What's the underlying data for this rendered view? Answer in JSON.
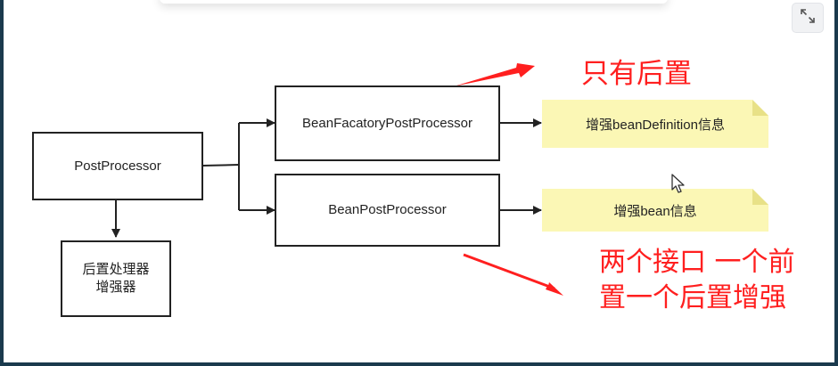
{
  "diagram": {
    "nodes": {
      "post_processor": "PostProcessor",
      "post_processor_desc_line1": "后置处理器",
      "post_processor_desc_line2": "增强器",
      "bean_factory_post_processor": "BeanFacatoryPostProcessor",
      "bean_post_processor": "BeanPostProcessor"
    },
    "notes": {
      "bean_definition_note": "增强beanDefinition信息",
      "bean_note": "增强bean信息"
    },
    "annotations": {
      "only_post": "只有后置",
      "two_interfaces_line1": "两个接口 一个前",
      "two_interfaces_line2": "置一个后置增强"
    }
  },
  "colors": {
    "annotation_red": "#ff1f1f",
    "note_fill": "#fbf7b5",
    "note_fold": "#e8e187",
    "line": "#222222"
  },
  "icons": {
    "fullscreen": "expand-icon",
    "pointer": "mouse-cursor-icon"
  }
}
